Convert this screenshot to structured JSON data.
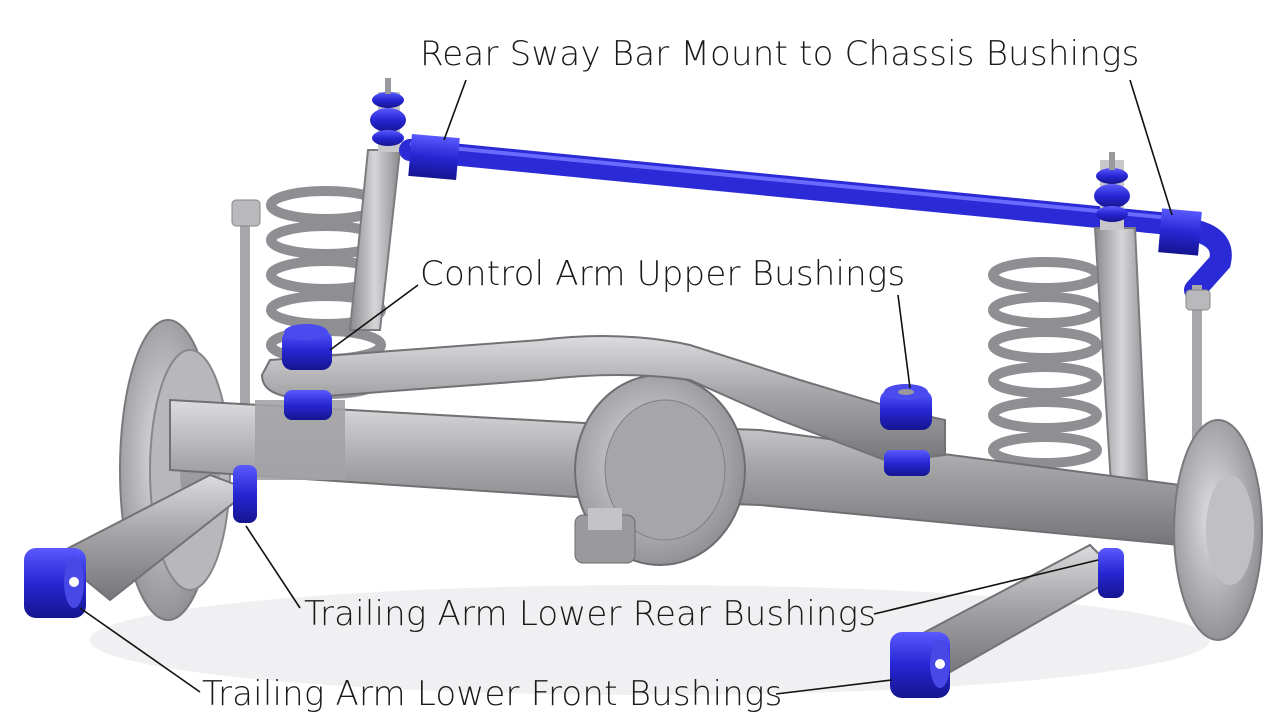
{
  "labels": {
    "sway_bar": "Rear Sway Bar Mount to Chassis Bushings",
    "control_arm_upper": "Control Arm Upper Bushings",
    "trailing_arm_rear": "Trailing Arm Lower Rear Bushings",
    "trailing_arm_front": "Trailing Arm Lower Front Bushings"
  },
  "colors": {
    "bushing": "#2a2ad6",
    "metal": "#a9a9ab",
    "metal_dark": "#7d7d80",
    "metal_light": "#d4d4d6",
    "leader": "#111111"
  }
}
